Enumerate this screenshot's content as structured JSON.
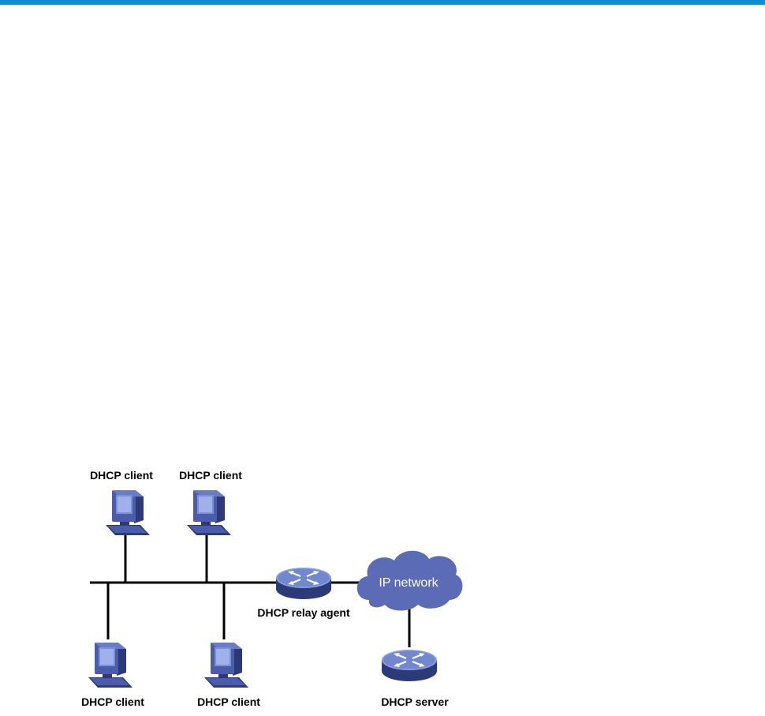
{
  "colors": {
    "accent_bar": "#0a8fd0",
    "device_blue": "#4a5caa",
    "device_dark": "#2d3a78",
    "device_light": "#8fa2de",
    "line": "#000000",
    "cloud": "#5b6bb5"
  },
  "diagram": {
    "clients": [
      {
        "label": "DHCP client",
        "icon": "computer-icon"
      },
      {
        "label": "DHCP client",
        "icon": "computer-icon"
      },
      {
        "label": "DHCP client",
        "icon": "computer-icon"
      },
      {
        "label": "DHCP client",
        "icon": "computer-icon"
      }
    ],
    "relay": {
      "label": "DHCP relay agent",
      "icon": "switch-icon"
    },
    "cloud": {
      "label": "IP network",
      "icon": "cloud-icon"
    },
    "server": {
      "label": "DHCP server",
      "icon": "switch-icon"
    }
  }
}
